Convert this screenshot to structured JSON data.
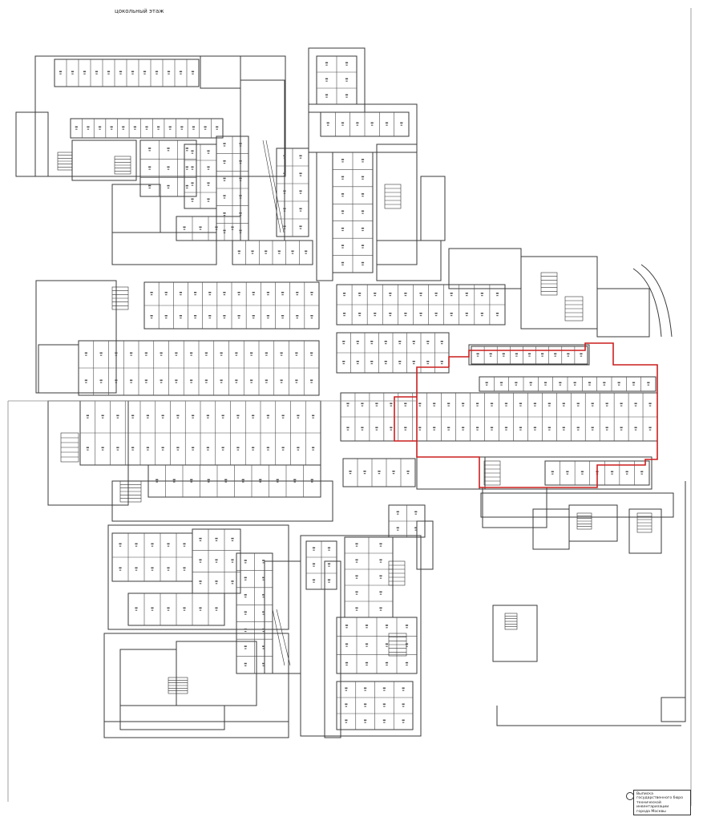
{
  "plan": {
    "title": "цокольный этаж",
    "highlight_color": "#cc1f1f",
    "line_color": "#3a3a3a",
    "background": "#ffffff"
  },
  "stamp": {
    "lines": [
      "Выписка",
      "государственного бюро",
      "технической инвентаризации",
      "города Москвы"
    ]
  }
}
